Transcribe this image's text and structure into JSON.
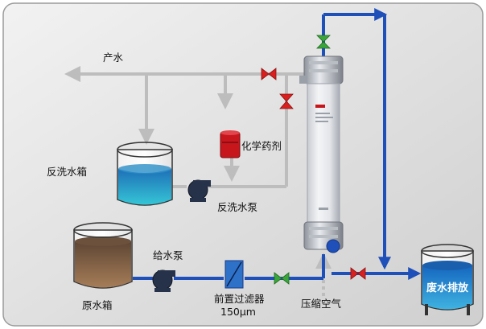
{
  "labels": {
    "product_water": "产水",
    "backwash_tank": "反洗水箱",
    "chemical": "化学药剂",
    "backwash_pump": "反洗水泵",
    "raw_tank": "原水箱",
    "feed_pump": "给水泵",
    "prefilter": "前置过滤器",
    "prefilter_size": "150μm",
    "compressed_air": "压缩空气",
    "waste_discharge": "废水排放"
  },
  "colors": {
    "frame_bg": "#d8d8d8",
    "pipe_gray": "#bdbdbd",
    "pipe_blue": "#1f4fb8",
    "valve_red": "#d9201f",
    "valve_green": "#3aa63a",
    "backwash_water": "#1aa0c8",
    "raw_water": "#7a5a3e",
    "waste_water": "#1b6fc0",
    "chemical_red": "#c8161d"
  }
}
